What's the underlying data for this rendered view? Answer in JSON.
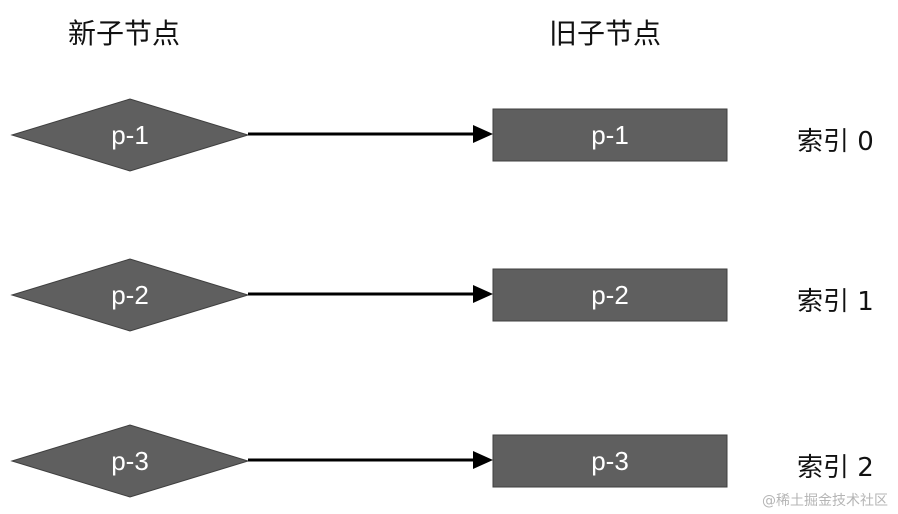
{
  "headers": {
    "new_children": "新子节点",
    "old_children": "旧子节点"
  },
  "rows": [
    {
      "new_node": "p-1",
      "old_node": "p-1",
      "index_label": "索引 0"
    },
    {
      "new_node": "p-2",
      "old_node": "p-2",
      "index_label": "索引 1"
    },
    {
      "new_node": "p-3",
      "old_node": "p-3",
      "index_label": "索引 2"
    }
  ],
  "watermark": "@稀土掘金技术社区",
  "colors": {
    "node_fill": "#5f5f5f",
    "node_stroke": "#3f3f3f",
    "arrow": "#000000",
    "node_text": "#ffffff"
  }
}
